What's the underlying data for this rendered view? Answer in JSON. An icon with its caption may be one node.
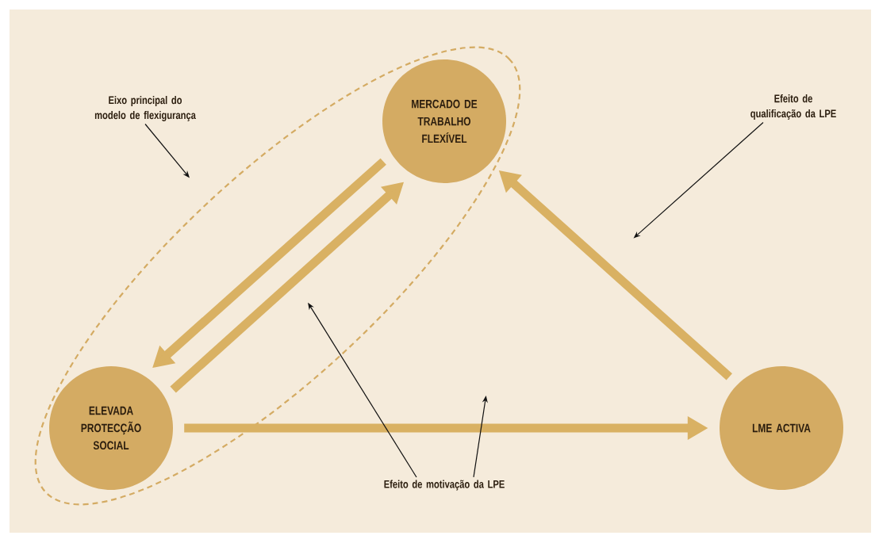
{
  "diagram": {
    "nodes": [
      {
        "text": [],
        "shape": "ellipse"
      },
      {
        "text": [
          "MERCADO DE TRABALHO FLEXÍVEL"
        ],
        "in": 0
      },
      {
        "text": [
          "ELEVADA PROTECÇÃO SOCIAL"
        ],
        "in": 0
      },
      {
        "text": [
          "LME ACTIVA"
        ]
      },
      {
        "text": [
          "Eixo principal do modelo de flexigurança"
        ]
      },
      {
        "text": [
          "Efeito de qualificação da LPE"
        ]
      },
      {
        "text": [
          "Efeito de motivação da LPE"
        ]
      }
    ],
    "edges": [
      {
        "from": 1,
        "to": 2,
        "arrow": "to",
        "style": "thick",
        "color": "#d9b163"
      },
      {
        "from": 2,
        "to": 1,
        "arrow": "to",
        "style": "thick",
        "color": "#d9b163"
      },
      {
        "from": 2,
        "to": 3,
        "arrow": "to",
        "style": "thick",
        "color": "#d9b163"
      },
      {
        "from": 3,
        "to": 1,
        "arrow": "to",
        "style": "thick",
        "color": "#d9b163"
      },
      {
        "from": 4,
        "to": 0,
        "arrow": "to",
        "color": "#111111"
      },
      {
        "from": 5,
        "to": null,
        "arrow": "to",
        "color": "#111111"
      },
      {
        "from": 6,
        "to": null,
        "arrow": "to",
        "color": "#111111"
      },
      {
        "from": 6,
        "to": null,
        "arrow": "to",
        "color": "#111111"
      }
    ]
  }
}
